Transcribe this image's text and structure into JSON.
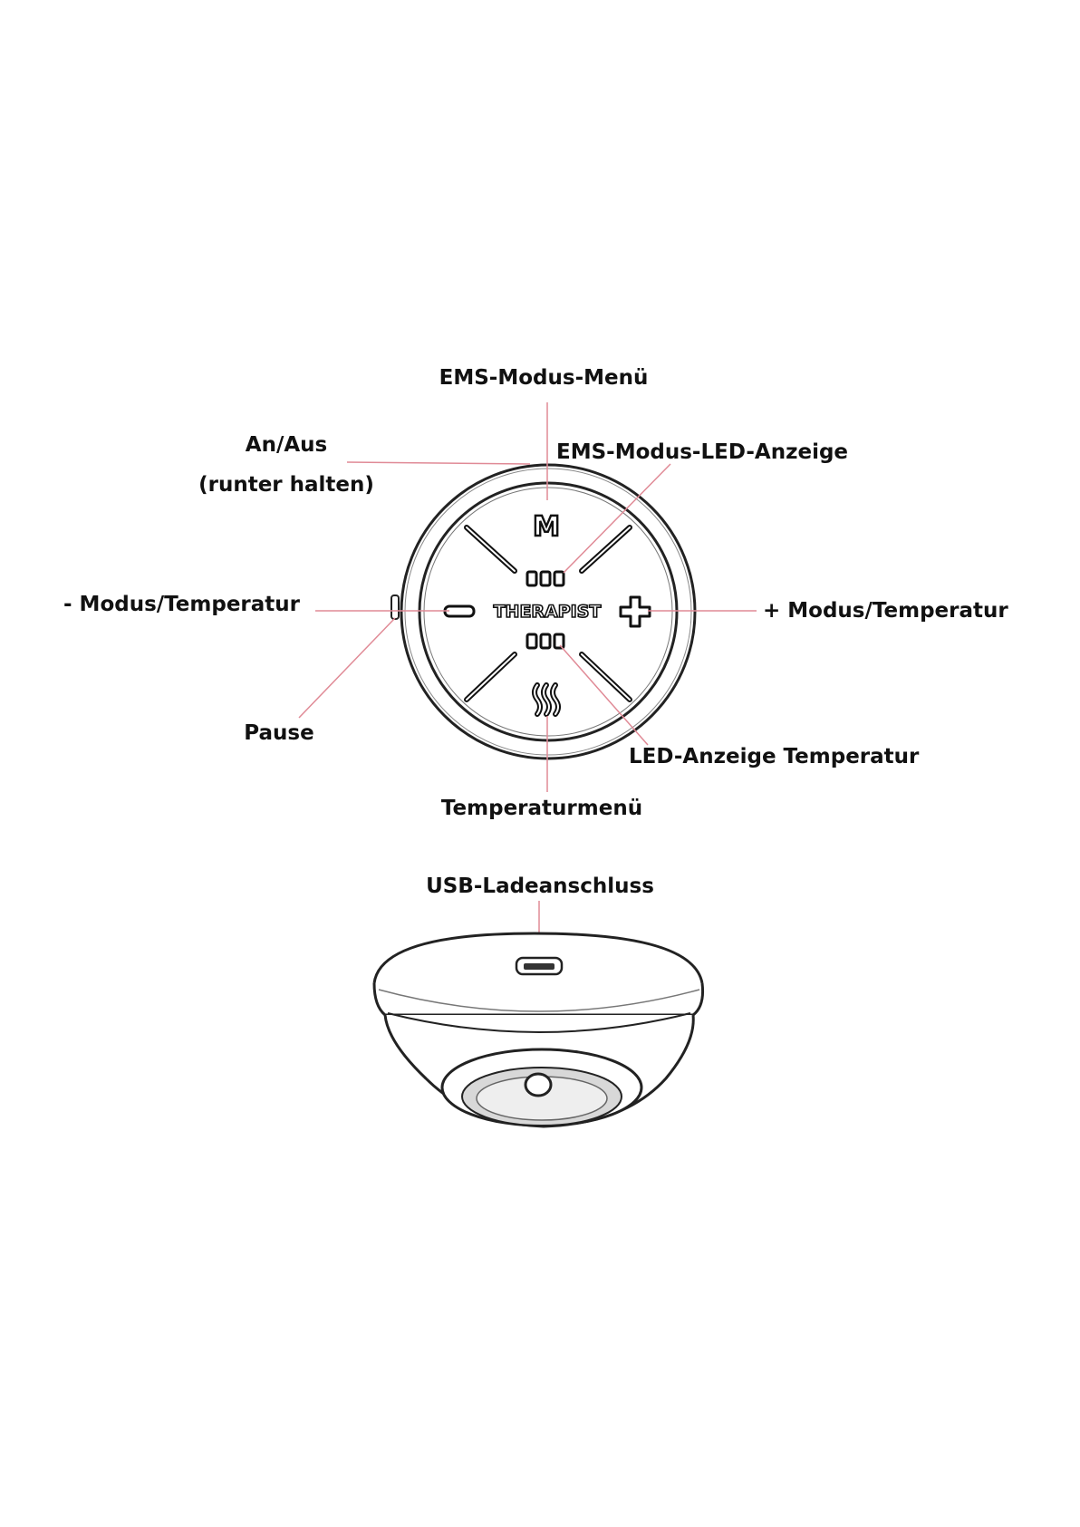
{
  "labels": {
    "ems_menu": "EMS-Modus-Menü",
    "on_off": "An/Aus",
    "on_off_hint": "(runter halten)",
    "ems_led": "EMS-Modus-LED-Anzeige",
    "minus": "- Modus/Temperatur",
    "plus": "+ Modus/Temperatur",
    "pause": "Pause",
    "led_temp": "LED-Anzeige Temperatur",
    "temp_menu": "Temperaturmenü",
    "usb": "USB-Ladeanschluss"
  },
  "device": {
    "brand": "THERAPIST",
    "m_key": "M",
    "heat_icon": "heat-waves-icon",
    "minus_icon": "minus-icon",
    "plus_icon": "plus-icon",
    "led_indicator_icon": "three-led-icon"
  },
  "colors": {
    "leader_line": "#e08a96",
    "outline": "#111111"
  }
}
